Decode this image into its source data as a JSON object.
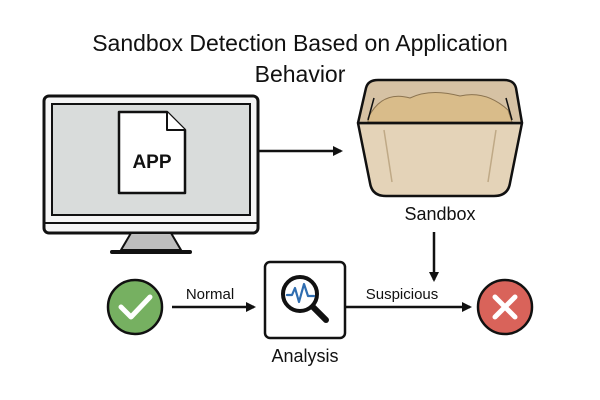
{
  "diagram": {
    "title": "Sandbox Detection Based on Application Behavior",
    "nodes": {
      "computer": {
        "icon": "computer-monitor-icon",
        "file_label": "APP"
      },
      "sandbox": {
        "icon": "sandbox-icon",
        "label": "Sandbox"
      },
      "analysis": {
        "icon": "magnifier-icon",
        "label": "Analysis"
      },
      "normal": {
        "icon": "checkmark-icon",
        "color": "#76b061"
      },
      "suspicious": {
        "icon": "cross-icon",
        "color": "#d9635a"
      }
    },
    "edges": {
      "normal_label": "Normal",
      "suspicious_label": "Suspicious"
    },
    "colors": {
      "ink": "#111111",
      "screen": "#d9dcdb",
      "sand": "#d9bc8a",
      "box": "#e4d3b8"
    }
  }
}
